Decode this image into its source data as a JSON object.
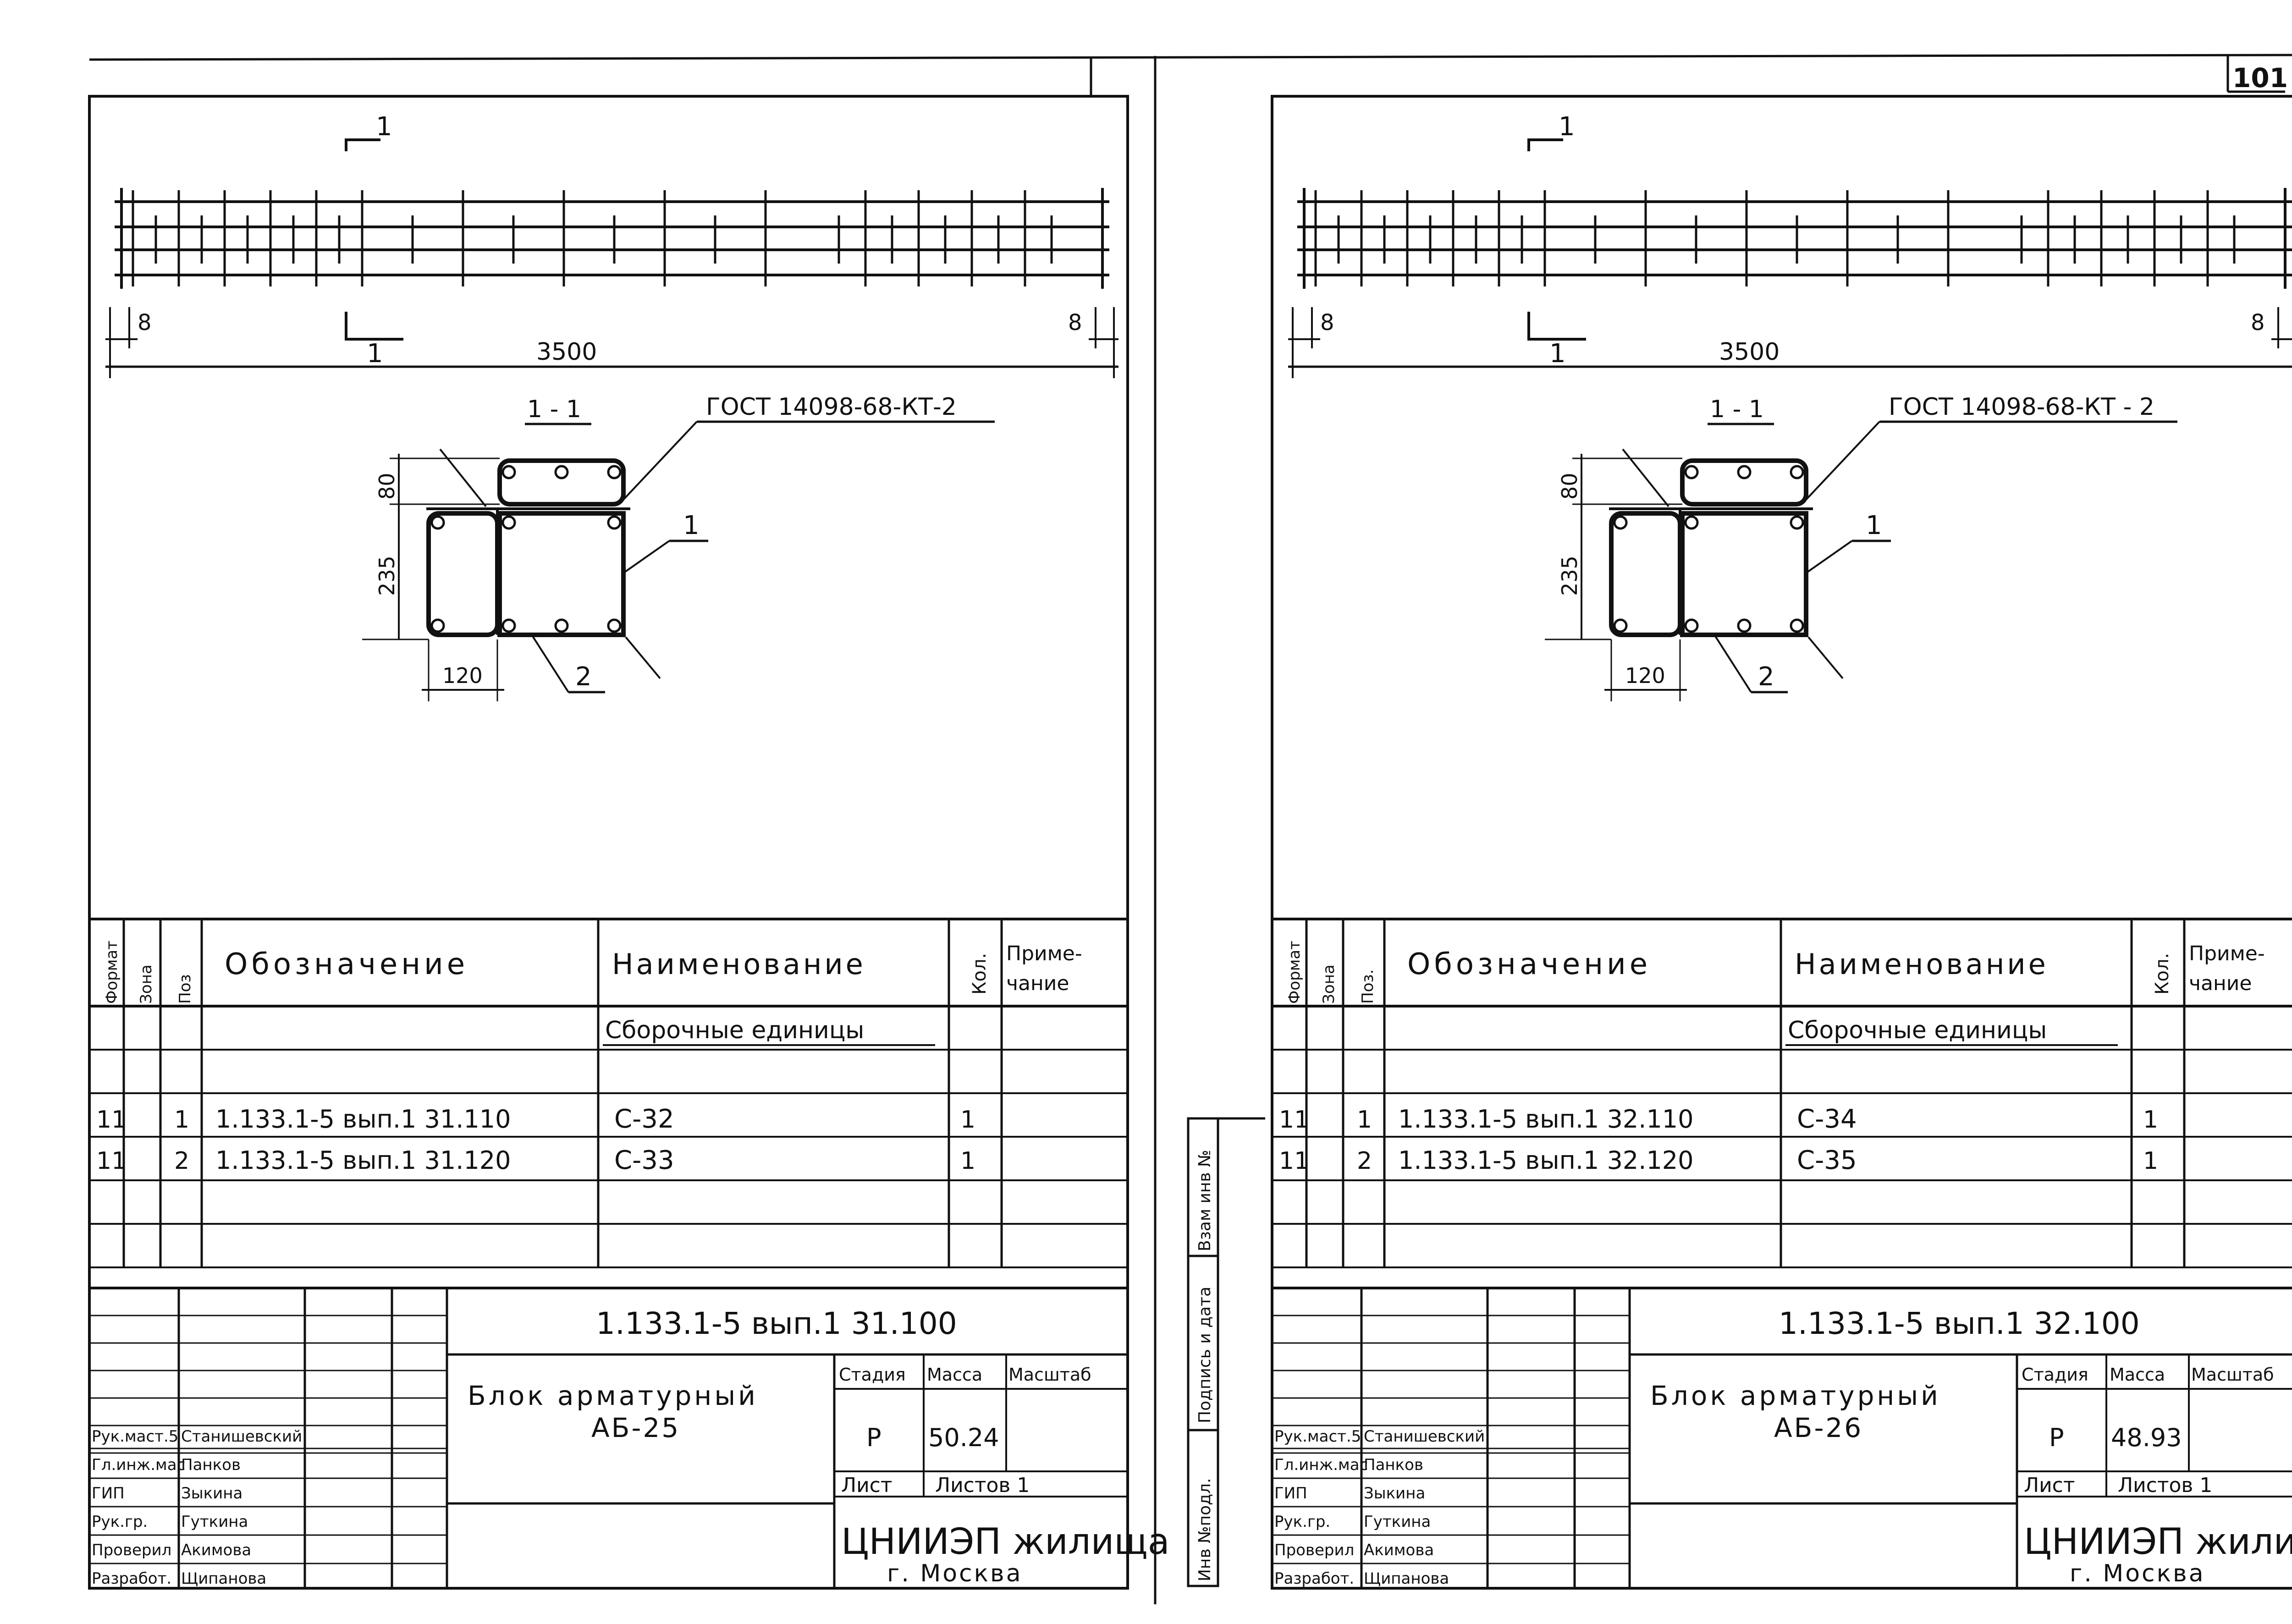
{
  "page_number": "101",
  "sheets": [
    {
      "section_mark_top": "1",
      "section_mark_bottom": "1",
      "dim_total": "3500",
      "dim_left": "8",
      "dim_right": "8",
      "section_title": "1 - 1",
      "gost_label": "ГОСТ 14098-68-КТ-2",
      "leader_1": "1",
      "leader_2": "2",
      "dim_80": "80",
      "dim_235": "235",
      "dim_120": "120",
      "spec": {
        "headers": {
          "format": "Формат",
          "zone": "Зона",
          "pos": "Поз",
          "designation": "Обозначение",
          "name": "Наименование",
          "qty": "Кол.",
          "note": "Приме-чание"
        },
        "group_title": "Сборочные единицы",
        "rows": [
          {
            "format": "11",
            "pos": "1",
            "designation": "1.133.1-5 вып.1  31.110",
            "name": "С-32",
            "qty": "1"
          },
          {
            "format": "11",
            "pos": "2",
            "designation": "1.133.1-5 вып.1  31.120",
            "name": "С-33",
            "qty": "1"
          }
        ]
      },
      "title_block": {
        "doc_code": "1.133.1-5 вып.1   31.100",
        "title_line1": "Блок  арматурный",
        "title_line2": "АБ-25",
        "stage_label": "Стадия",
        "mass_label": "Масса",
        "scale_label": "Масштаб",
        "stage": "Р",
        "mass": "50.24",
        "sheet_label": "Лист",
        "sheets_label": "Листов 1",
        "org_line1": "ЦНИИЭП жилища",
        "org_line2": "г. Москва",
        "roles": [
          {
            "role": "Рук.маст.5",
            "name": "Станишевский"
          },
          {
            "role": "Гл.инж.мас",
            "name": "Панков"
          },
          {
            "role": "ГИП",
            "name": "Зыкина"
          },
          {
            "role": "Рук.гр.",
            "name": "Гуткина"
          },
          {
            "role": "Проверил",
            "name": "Акимова"
          },
          {
            "role": "Разработ.",
            "name": "Щипанова"
          }
        ]
      }
    },
    {
      "section_mark_top": "1",
      "section_mark_bottom": "1",
      "dim_total": "3500",
      "dim_left": "8",
      "dim_right": "8",
      "section_title": "1 - 1",
      "gost_label": "ГОСТ 14098-68-КТ - 2",
      "leader_1": "1",
      "leader_2": "2",
      "dim_80": "80",
      "dim_235": "235",
      "dim_120": "120",
      "spec": {
        "headers": {
          "format": "Формат",
          "zone": "Зона",
          "pos": "Поз.",
          "designation": "Обозначение",
          "name": "Наименование",
          "qty": "Кол.",
          "note": "Приме-чание"
        },
        "group_title": "Сборочные единицы",
        "rows": [
          {
            "format": "11",
            "pos": "1",
            "designation": "1.133.1-5 вып.1  32.110",
            "name": "С-34",
            "qty": "1"
          },
          {
            "format": "11",
            "pos": "2",
            "designation": "1.133.1-5 вып.1  32.120",
            "name": "С-35",
            "qty": "1"
          }
        ]
      },
      "title_block": {
        "doc_code": "1.133.1-5 вып.1   32.100",
        "title_line1": "Блок  арматурный",
        "title_line2": "АБ-26",
        "stage_label": "Стадия",
        "mass_label": "Масса",
        "scale_label": "Масштаб",
        "stage": "Р",
        "mass": "48.93",
        "sheet_label": "Лист",
        "sheets_label": "Листов 1",
        "org_line1": "ЦНИИЭП жилища",
        "org_line2": "г. Москва",
        "roles": [
          {
            "role": "Рук.маст.5",
            "name": "Станишевский"
          },
          {
            "role": "Гл.инж.мас",
            "name": "Панков"
          },
          {
            "role": "ГИП",
            "name": "Зыкина"
          },
          {
            "role": "Рук.гр.",
            "name": "Гуткина"
          },
          {
            "role": "Проверил",
            "name": "Акимова"
          },
          {
            "role": "Разработ.",
            "name": "Щипанова"
          }
        ]
      }
    }
  ],
  "side_stamp": {
    "inv_orig": "Инв №подл.",
    "sign_date": "Подпись и дата",
    "inv_replace": "Взам инв №"
  }
}
